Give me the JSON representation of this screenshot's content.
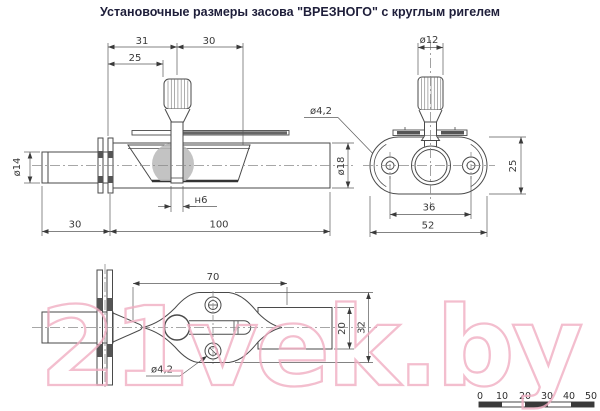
{
  "title": "Установочные размеры засова \"ВРЕЗНОГО\" с круглым ригелем",
  "watermark": "21vek.by",
  "side_view": {
    "dim_31": "31",
    "dim_30_top": "30",
    "dim_25": "25",
    "dia_4_2": "ø4,2",
    "dia_14": "ø14",
    "dia_18": "ø18",
    "stem_width": "н6",
    "dim_30_bottom": "30",
    "dim_100": "100"
  },
  "front_view": {
    "dia_12": "ø12",
    "dim_25": "25",
    "dim_36": "36",
    "dim_52": "52"
  },
  "plan_view": {
    "dim_70": "70",
    "dim_20": "20",
    "dim_32": "32",
    "dia_4_2": "ø4,2"
  },
  "scale_bar": {
    "labels": [
      "0",
      "10",
      "20",
      "30",
      "40",
      "50"
    ]
  },
  "colors": {
    "line": "#4a4a4a",
    "dim_text": "#3a3a3a",
    "title": "#1e1e3a",
    "watermark_pink": "#f1aec3",
    "shade_gray": "#b9b9b9"
  }
}
